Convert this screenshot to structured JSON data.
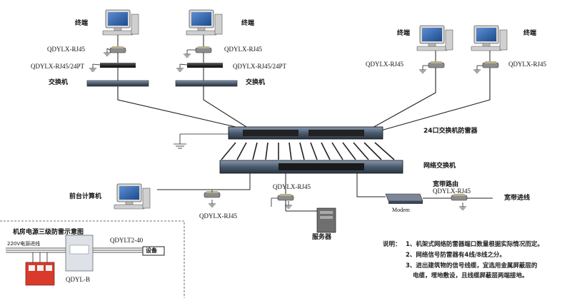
{
  "labels": {
    "terminal": "终端",
    "rj45": "QDYLX-RJ45",
    "rj45_24pt": "QDYLX-RJ45/24PT",
    "switch": "交换机",
    "switch_protector_24": "24口交换机防雷器",
    "network_switch": "网络交换机",
    "front_computer": "前台计算机",
    "server": "服务器",
    "broadband_router": "宽带路由",
    "broadband_line": "宽带进线",
    "modem": "Modem",
    "power_title": "机房电源三级防雷示意图",
    "power_line": "220V电源进线",
    "qdylt2": "QDYLT2-40",
    "qdyl_b": "QDYL-B",
    "device": "设备"
  },
  "notes": {
    "heading": "说明：",
    "items": [
      "1、机架式网络防雷器端口数量根据实际情况而定。",
      "2、网络信号防雷器有4线/8线之分。",
      "3、进出建筑物的信号线缆，宜选用金属屏蔽层的",
      "电缆，埋地敷设，且线缆屏蔽层两端接地。"
    ]
  }
}
